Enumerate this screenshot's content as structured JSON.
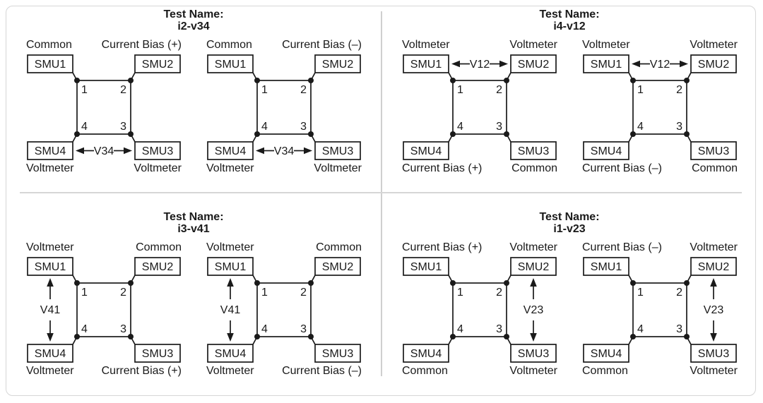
{
  "title_label": "Test Name:",
  "smu_labels": {
    "top_left": "SMU1",
    "top_right": "SMU2",
    "bottom_left": "SMU4",
    "bottom_right": "SMU3"
  },
  "pad_numbers": {
    "top_left": "1",
    "top_right": "2",
    "bottom_left": "4",
    "bottom_right": "3"
  },
  "quadrants": [
    {
      "test_name": "i2-v34",
      "diagrams": [
        {
          "corner_labels": {
            "top_left": "Common",
            "top_right": "Current Bias (+)",
            "bottom_left": "Voltmeter",
            "bottom_right": "Voltmeter"
          },
          "voltage": {
            "label": "V34",
            "position": "bottom"
          }
        },
        {
          "corner_labels": {
            "top_left": "Common",
            "top_right": "Current Bias (–)",
            "bottom_left": "Voltmeter",
            "bottom_right": "Voltmeter"
          },
          "voltage": {
            "label": "V34",
            "position": "bottom"
          }
        }
      ]
    },
    {
      "test_name": "i4-v12",
      "diagrams": [
        {
          "corner_labels": {
            "top_left": "Voltmeter",
            "top_right": "Voltmeter",
            "bottom_left": "Current Bias (+)",
            "bottom_right": "Common"
          },
          "voltage": {
            "label": "V12",
            "position": "top"
          }
        },
        {
          "corner_labels": {
            "top_left": "Voltmeter",
            "top_right": "Voltmeter",
            "bottom_left": "Current Bias (–)",
            "bottom_right": "Common"
          },
          "voltage": {
            "label": "V12",
            "position": "top"
          }
        }
      ]
    },
    {
      "test_name": "i3-v41",
      "diagrams": [
        {
          "corner_labels": {
            "top_left": "Voltmeter",
            "top_right": "Common",
            "bottom_left": "Voltmeter",
            "bottom_right": "Current Bias (+)"
          },
          "voltage": {
            "label": "V41",
            "position": "left"
          }
        },
        {
          "corner_labels": {
            "top_left": "Voltmeter",
            "top_right": "Common",
            "bottom_left": "Voltmeter",
            "bottom_right": "Current Bias (–)"
          },
          "voltage": {
            "label": "V41",
            "position": "left"
          }
        }
      ]
    },
    {
      "test_name": "i1-v23",
      "diagrams": [
        {
          "corner_labels": {
            "top_left": "Current Bias (+)",
            "top_right": "Voltmeter",
            "bottom_left": "Common",
            "bottom_right": "Voltmeter"
          },
          "voltage": {
            "label": "V23",
            "position": "right"
          }
        },
        {
          "corner_labels": {
            "top_left": "Current Bias (–)",
            "top_right": "Voltmeter",
            "bottom_left": "Common",
            "bottom_right": "Voltmeter"
          },
          "voltage": {
            "label": "V23",
            "position": "right"
          }
        }
      ]
    }
  ],
  "colors": {
    "line": "#1a1a1a",
    "text": "#1a1a1a",
    "divider": "#cfcfcf",
    "frame_border": "#d6d6d6",
    "background": "#ffffff"
  }
}
